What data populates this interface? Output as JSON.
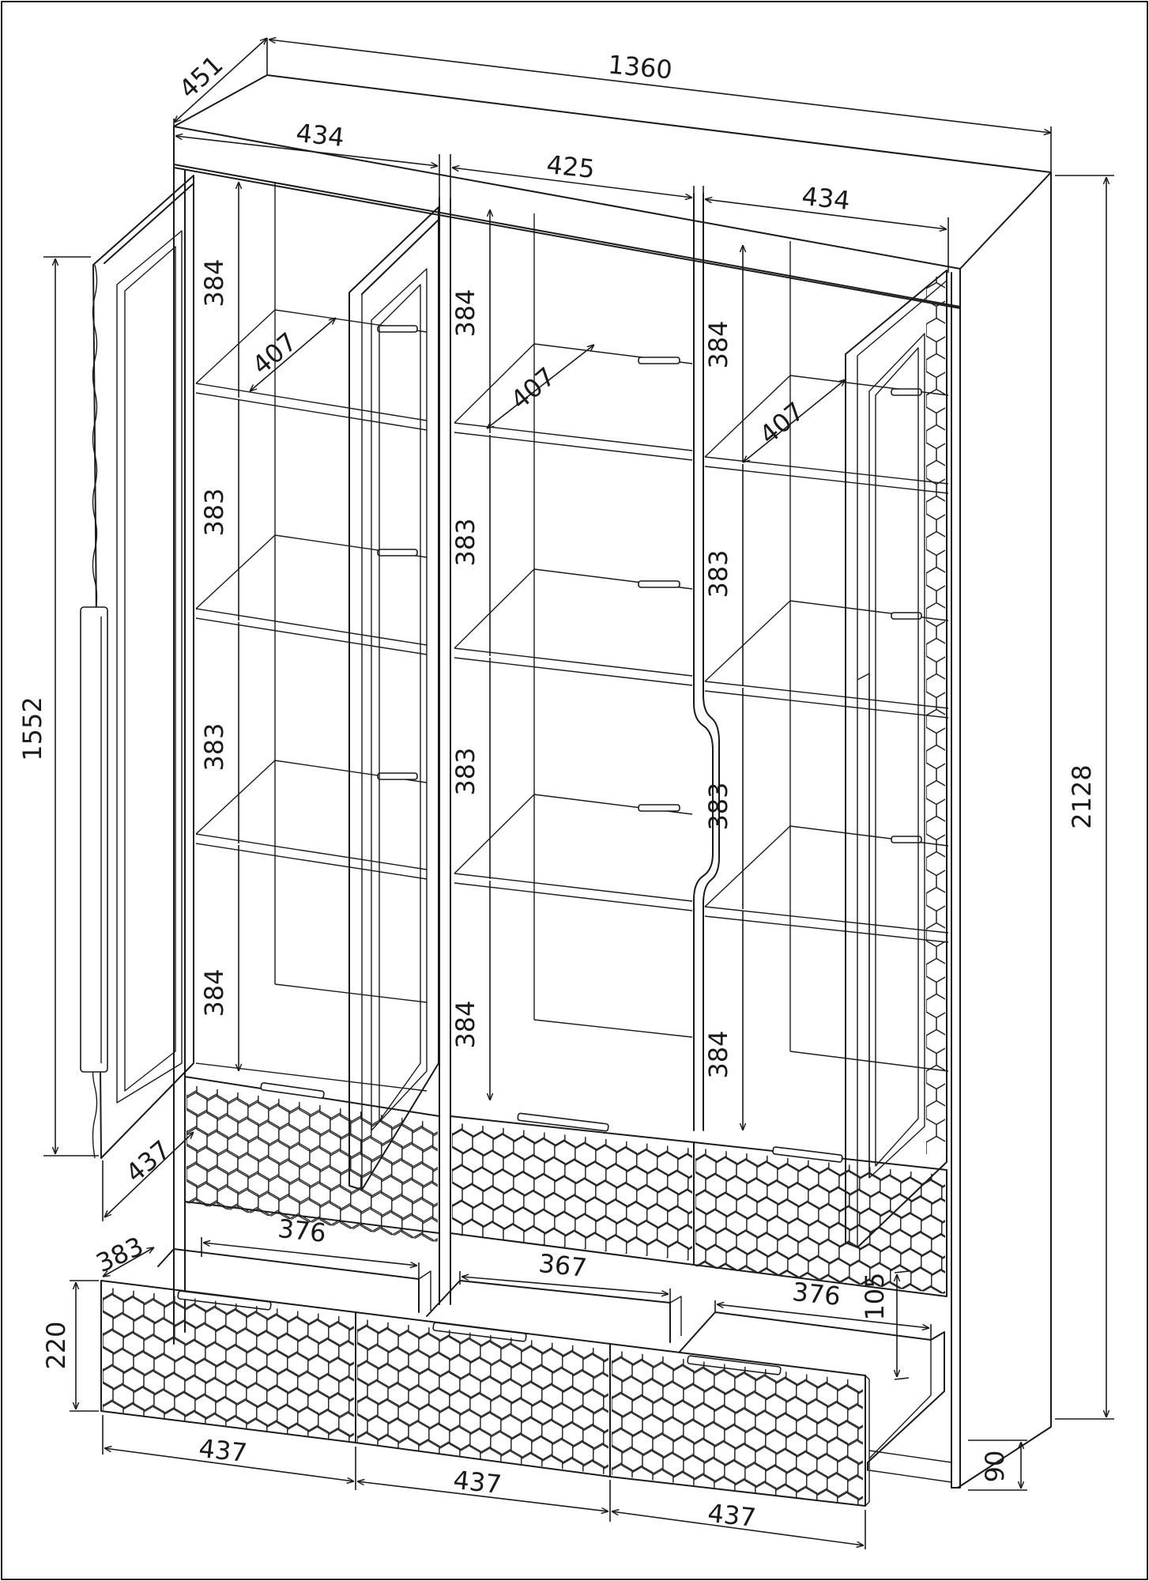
{
  "dimensions": {
    "overall_width": "1360",
    "overall_depth": "451",
    "overall_height": "2128",
    "door_height": "1552",
    "section_width_left": "434",
    "section_width_middle": "425",
    "section_width_right": "434",
    "shelf_depth_left": "407",
    "shelf_depth_middle": "407",
    "shelf_depth_right": "407",
    "left_heights": [
      "384",
      "383",
      "383",
      "384"
    ],
    "middle_heights": [
      "384",
      "383",
      "383",
      "384"
    ],
    "right_heights": [
      "384",
      "383",
      "383",
      "384"
    ],
    "door_depth": "437",
    "drawer_depth": "383",
    "drawer_inner_left": "376",
    "drawer_inner_middle": "367",
    "drawer_inner_right": "376",
    "drawer_height": "220",
    "drawer_box_height": "105",
    "drawer_front_left": "437",
    "drawer_front_middle": "437",
    "drawer_front_right": "437",
    "plinth_height": "90"
  }
}
